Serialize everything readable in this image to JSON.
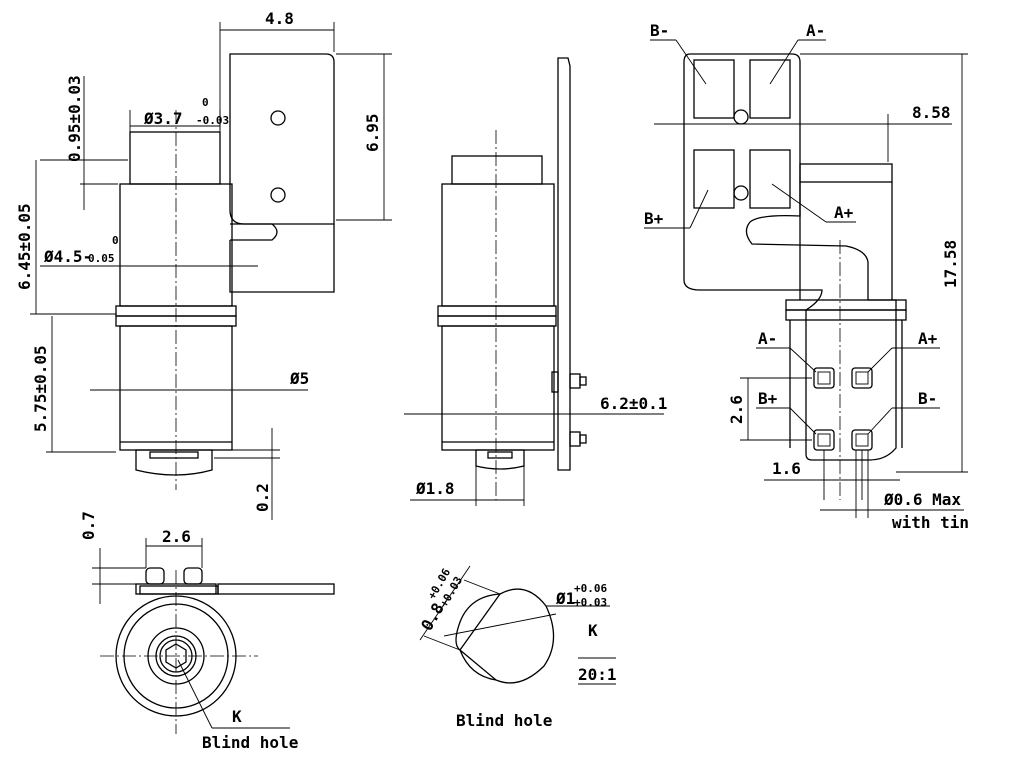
{
  "views": {
    "front": {
      "dims": {
        "width_top": "4.8",
        "height_top": "6.95",
        "shaft_dia_main": "Ø3.7",
        "shaft_dia_tol_upper": "0",
        "shaft_dia_tol_lower": "-0.03",
        "shaft_len": "0.95±0.03",
        "body_upper_len": "6.45±0.05",
        "body_upper_dia_main": "Ø4.5-",
        "body_upper_dia_tol_upper": "0",
        "body_upper_dia_tol_lower": "0.05",
        "body_lower_len": "5.75±0.05",
        "body_dia": "Ø5",
        "bottom_gap": "0.2"
      }
    },
    "side": {
      "dims": {
        "height": "6.2±0.1",
        "hub_dia": "Ø1.8"
      }
    },
    "pins": {
      "labels": {
        "b_minus_top": "B-",
        "a_minus_top": "A-",
        "b_plus_top": "B+",
        "a_plus_top": "A+",
        "a_minus_pin": "A-",
        "a_plus_pin": "A+",
        "b_plus_pin": "B+",
        "b_minus_pin": "B-"
      },
      "dims": {
        "offset": "8.58",
        "total_height": "17.58",
        "pitch_v": "2.6",
        "pitch_h": "1.6",
        "pin_dia": "Ø0.6 Max",
        "pin_note": "with tin"
      }
    },
    "bottom": {
      "dims": {
        "gap": "0.7",
        "pitch": "2.6"
      },
      "labels": {
        "mark": "K",
        "note": "Blind hole"
      }
    },
    "detail": {
      "dims": {
        "depth_main": "0.8",
        "depth_tol_upper": "+0.06",
        "depth_tol_lower": "+0.03",
        "dia_main": "Ø1",
        "dia_tol_upper": "+0.06",
        "dia_tol_lower": "+0.03"
      },
      "labels": {
        "mark": "K",
        "scale": "20:1",
        "note": "Blind hole"
      }
    }
  }
}
